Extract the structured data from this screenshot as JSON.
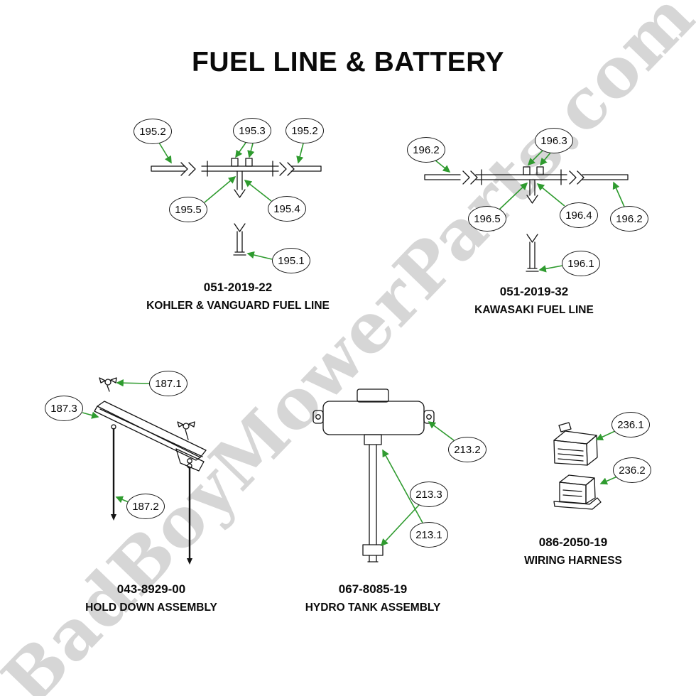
{
  "page": {
    "title": "FUEL LINE & BATTERY",
    "watermark": "BadBoyMowerParts.com"
  },
  "colors": {
    "arrow": "#2f9b2f",
    "line": "#141414",
    "watermark": "#d6d6d6"
  },
  "sections": {
    "kohler_fuel_line": {
      "part_number": "051-2019-22",
      "title": "KOHLER & VANGUARD FUEL LINE",
      "callouts": [
        "195.2",
        "195.3",
        "195.2",
        "195.5",
        "195.4",
        "195.1"
      ]
    },
    "kawasaki_fuel_line": {
      "part_number": "051-2019-32",
      "title": "KAWASAKI FUEL LINE",
      "callouts": [
        "196.2",
        "196.3",
        "196.5",
        "196.4",
        "196.2",
        "196.1"
      ]
    },
    "hold_down": {
      "part_number": "043-8929-00",
      "title": "HOLD DOWN ASSEMBLY",
      "callouts": [
        "187.1",
        "187.3",
        "187.2"
      ]
    },
    "hydro_tank": {
      "part_number": "067-8085-19",
      "title": "HYDRO TANK ASSEMBLY",
      "callouts": [
        "213.2",
        "213.3",
        "213.1"
      ]
    },
    "wiring_harness": {
      "part_number": "086-2050-19",
      "title": "WIRING HARNESS",
      "callouts": [
        "236.1",
        "236.2"
      ]
    }
  }
}
